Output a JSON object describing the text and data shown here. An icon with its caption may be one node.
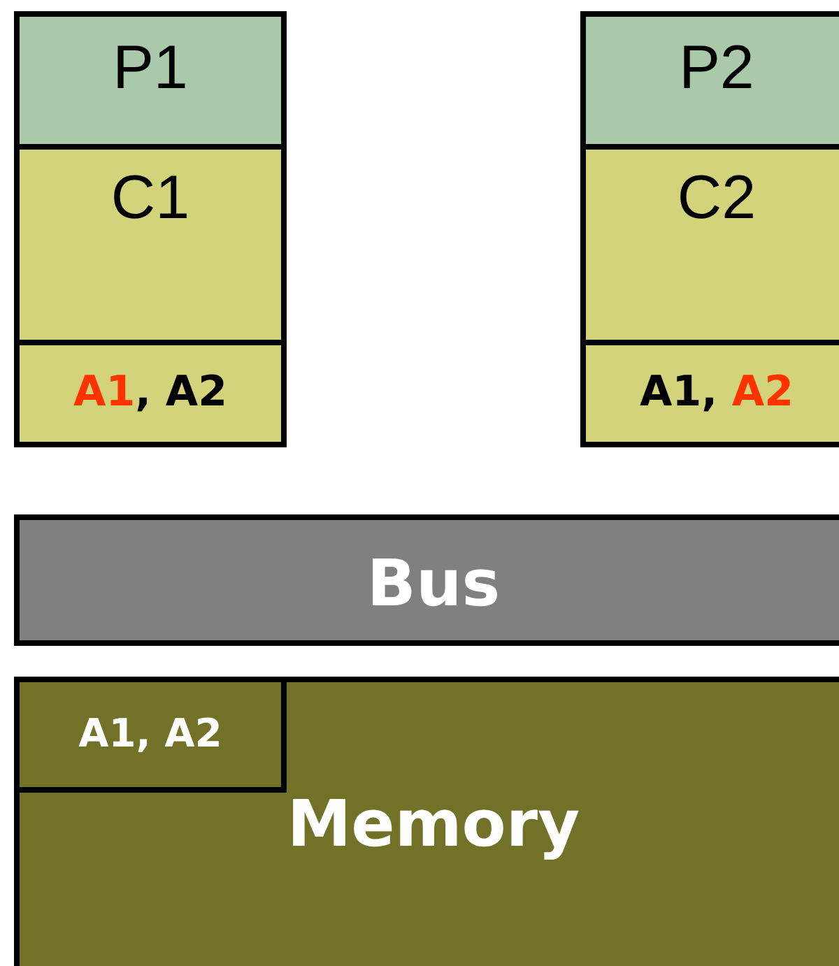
{
  "diagram": {
    "nodes": [
      {
        "text": [
          "P1"
        ]
      },
      {
        "text": [
          "C1"
        ]
      },
      {
        "text": [
          "A1, A2"
        ],
        "in": 1
      },
      {
        "text": [
          "P2"
        ]
      },
      {
        "text": [
          "C2"
        ]
      },
      {
        "text": [
          "A1, A2"
        ],
        "in": 4
      },
      {
        "text": [
          "Bus"
        ]
      },
      {
        "text": [
          "Memory"
        ]
      },
      {
        "text": [
          "A1, A2"
        ],
        "in": 7
      }
    ]
  }
}
